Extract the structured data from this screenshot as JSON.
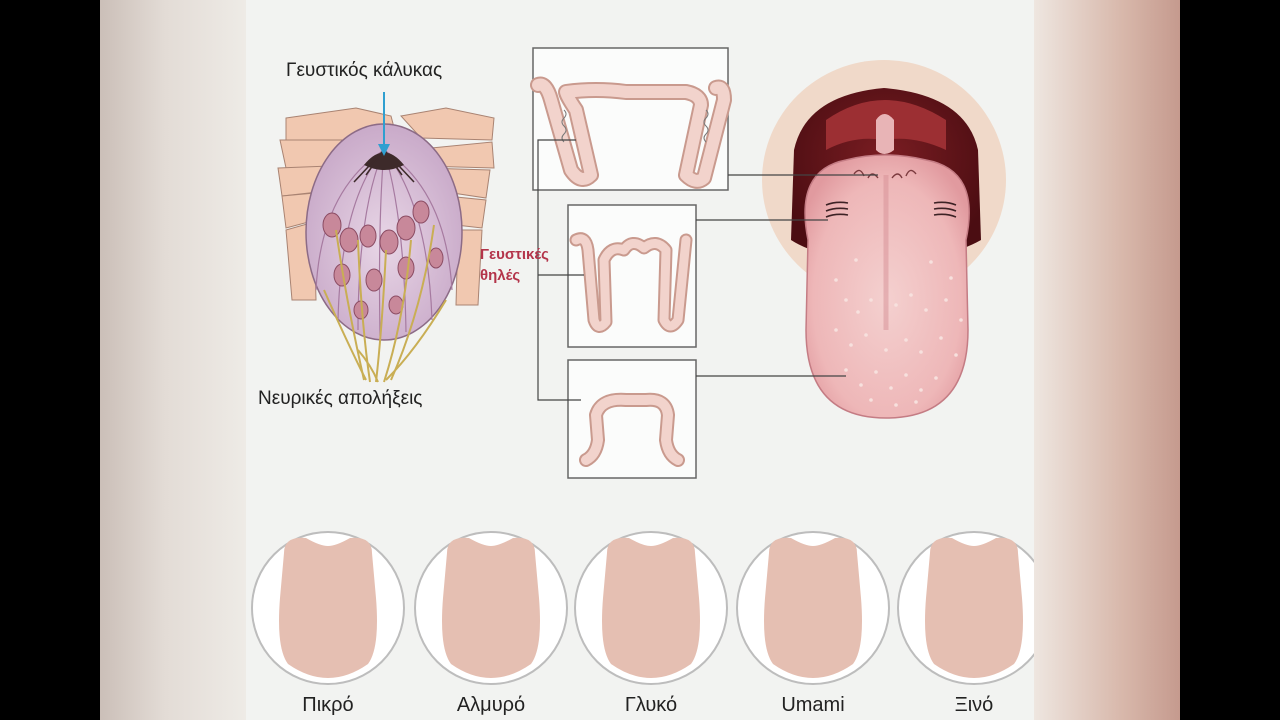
{
  "labels": {
    "taste_bud": "Γευστικός κάλυκας",
    "papillae": "Γευστικές θηλές",
    "nerve_endings": "Νευρικές απολήξεις"
  },
  "tastes": [
    {
      "name": "Πικρό",
      "color": "#1565c0"
    },
    {
      "name": "Αλμυρό",
      "color": "#b9e6f5"
    },
    {
      "name": "Γλυκό",
      "color": "#d0121b"
    },
    {
      "name": "Umami",
      "color": "#f5be0b"
    },
    {
      "name": "Ξινό",
      "color": "#1ea33a"
    }
  ],
  "colors": {
    "tongue_outline": "#e2c4b8",
    "tongue_fill": "#e5bfb2",
    "tongue_pink": "#e8a9a9",
    "slide_bg": "#f2f3f1"
  }
}
